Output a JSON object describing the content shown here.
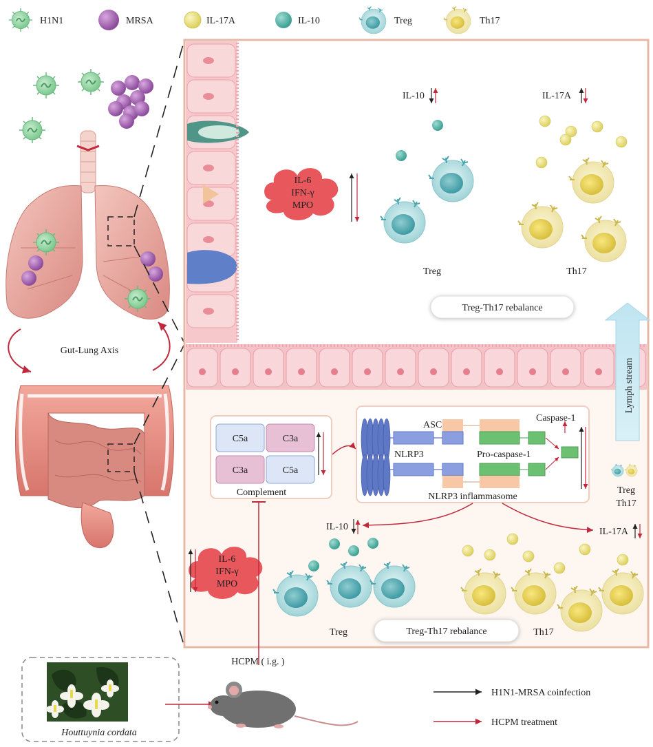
{
  "legend": {
    "items": [
      {
        "name": "h1n1",
        "label": "H1N1"
      },
      {
        "name": "mrsa",
        "label": "MRSA"
      },
      {
        "name": "il17a",
        "label": "IL-17A"
      },
      {
        "name": "il10",
        "label": "IL-10"
      },
      {
        "name": "treg",
        "label": "Treg"
      },
      {
        "name": "th17",
        "label": "Th17"
      }
    ]
  },
  "left": {
    "gut_lung_axis": "Gut-Lung Axis"
  },
  "lung_panel": {
    "il10": "IL-10",
    "il17a": "IL-17A",
    "cytokine_cloud": [
      "IL-6",
      "IFN-γ",
      "MPO"
    ],
    "treg_label": "Treg",
    "th17_label": "Th17",
    "rebalance": "Treg-Th17 rebalance"
  },
  "lymph": {
    "label": "Lymph stream"
  },
  "gut_panel": {
    "complement_boxes": [
      "C5a",
      "C3a",
      "C3a",
      "C5a"
    ],
    "complement_title": "Complement",
    "asc": "ASC",
    "nlrp3": "NLRP3",
    "pro_caspase": "Pro-caspase-1",
    "caspase": "Caspase-1",
    "inflammasome": "NLRP3 inflammasome",
    "treg_small": "Treg",
    "th17_small": "Th17",
    "il10": "IL-10",
    "il17a": "IL-17A",
    "cytokine_cloud": [
      "IL-6",
      "IFN-γ",
      "MPO"
    ],
    "treg_label": "Treg",
    "th17_label": "Th17",
    "rebalance": "Treg-Th17 rebalance"
  },
  "bottom": {
    "plant_name": "Houttuynia cordata",
    "hcpm": "HCPM ( i.g. )",
    "key": [
      {
        "label": "H1N1-MRSA coinfection",
        "color": "#222222"
      },
      {
        "label": "HCPM treatment",
        "color": "#c0283c"
      }
    ]
  },
  "colors": {
    "up_arrow": "#222222",
    "treatment_arrow": "#c0283c",
    "virus": "#7cc98f",
    "mrsa": "#a865b5",
    "il17a": "#ece27a",
    "il10": "#4fb3a6",
    "treg": "#bfe3e6",
    "th17": "#f4ecb0",
    "cloud": "#e85a5e",
    "panel_border": "#e7b8a6"
  }
}
